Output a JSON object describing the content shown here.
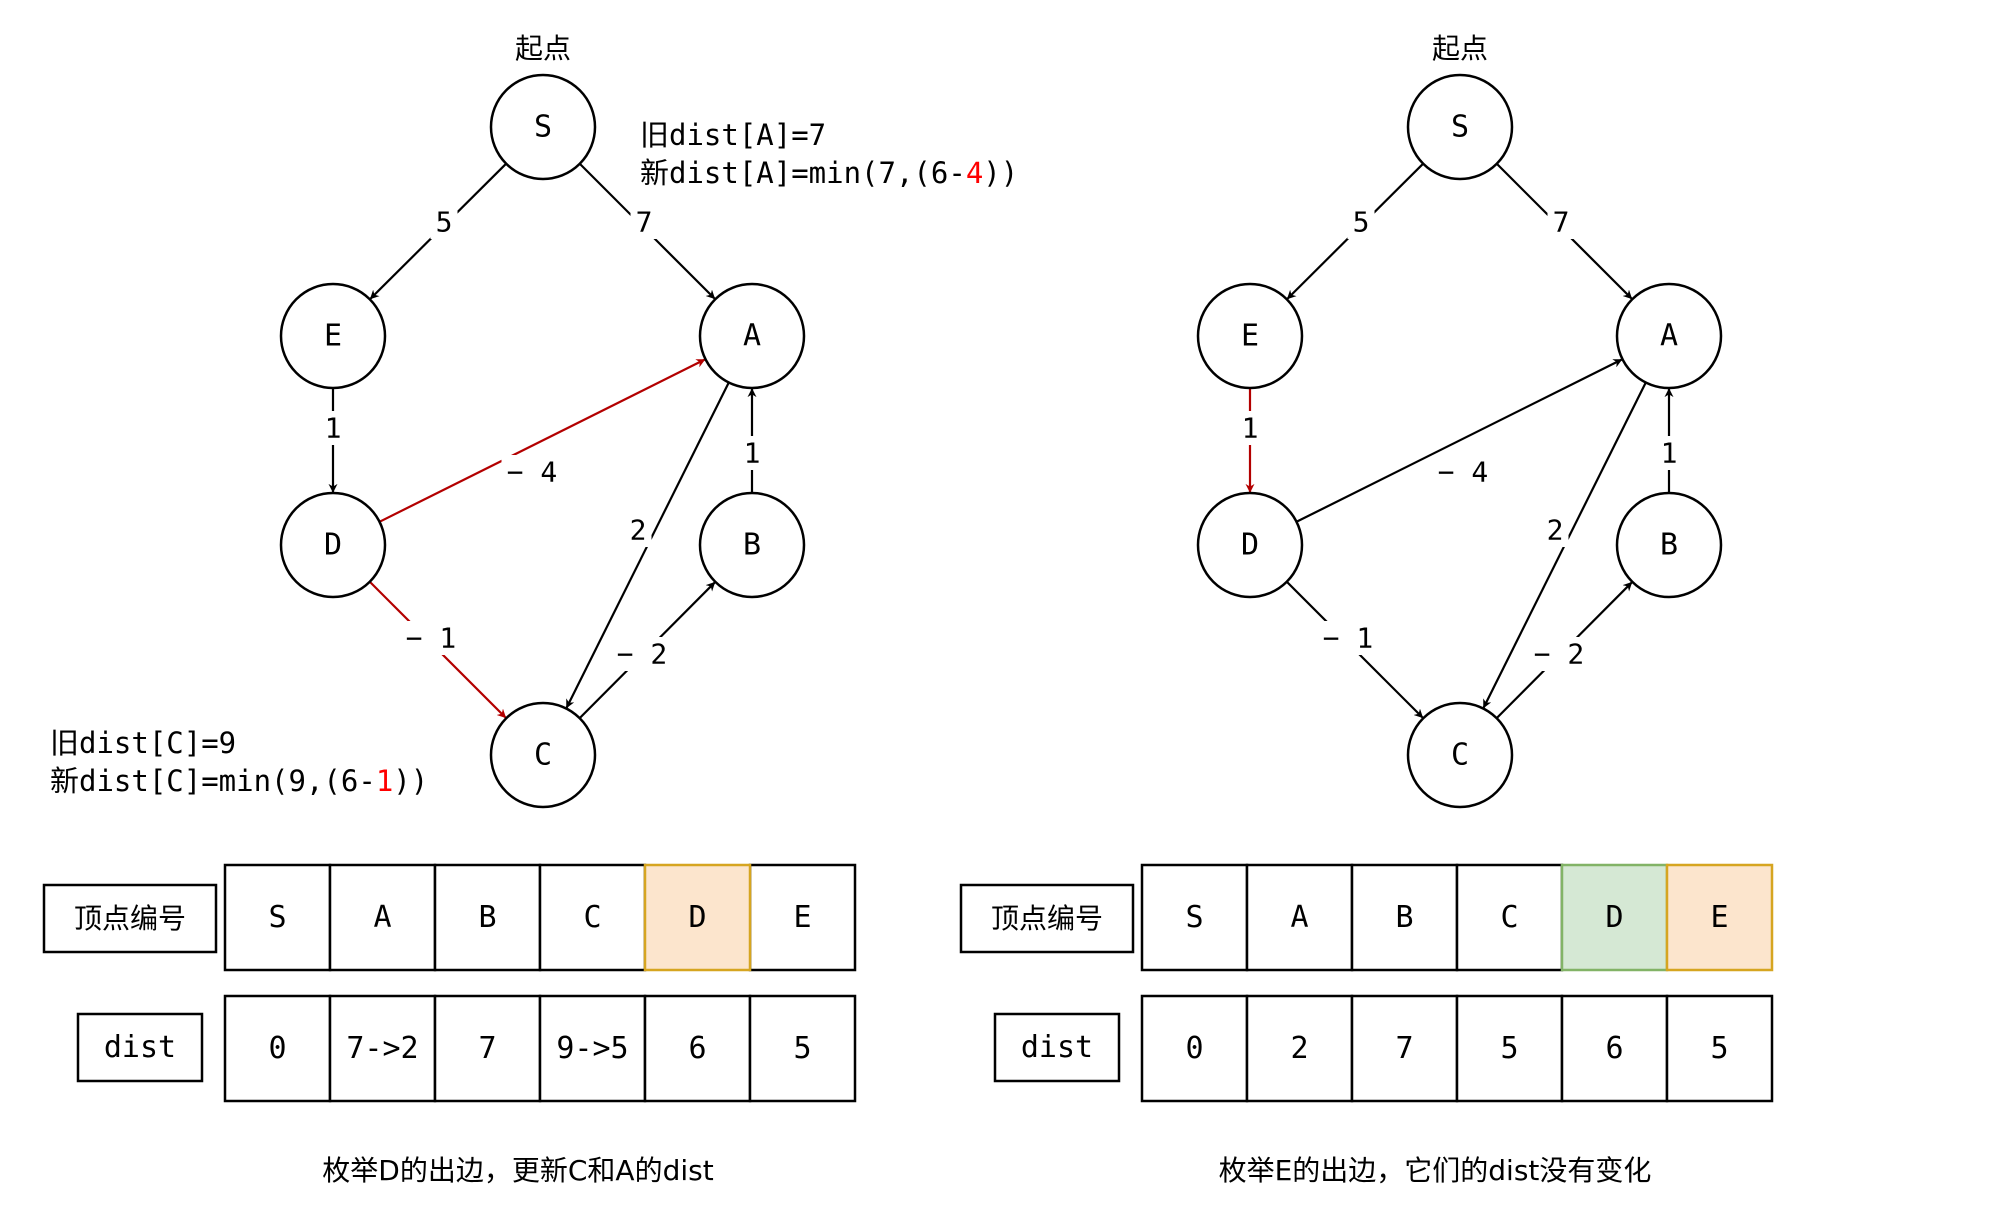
{
  "colors": {
    "ink": "#000000",
    "highlight_edge": "#b30000",
    "highlight_text": "#ff0000",
    "orange_fill": "#fce5cd",
    "orange_stroke": "#d6a520",
    "green_fill": "#d5e8d4",
    "green_stroke": "#82b366"
  },
  "panels": [
    {
      "id": "left",
      "source_label": "起点",
      "nodes": [
        {
          "id": "S",
          "label": "S"
        },
        {
          "id": "E",
          "label": "E"
        },
        {
          "id": "A",
          "label": "A"
        },
        {
          "id": "D",
          "label": "D"
        },
        {
          "id": "B",
          "label": "B"
        },
        {
          "id": "C",
          "label": "C"
        }
      ],
      "edges": [
        {
          "from": "S",
          "to": "E",
          "label": "5",
          "highlight": false
        },
        {
          "from": "S",
          "to": "A",
          "label": "7",
          "highlight": false
        },
        {
          "from": "E",
          "to": "D",
          "label": "1",
          "highlight": false
        },
        {
          "from": "D",
          "to": "A",
          "label": "− 4",
          "highlight": true
        },
        {
          "from": "D",
          "to": "C",
          "label": "− 1",
          "highlight": true
        },
        {
          "from": "A",
          "to": "C",
          "label": "2",
          "highlight": false
        },
        {
          "from": "B",
          "to": "A",
          "label": "1",
          "highlight": false
        },
        {
          "from": "C",
          "to": "B",
          "label": "− 2",
          "highlight": false
        }
      ],
      "annotations": [
        {
          "id": "annot-a",
          "lines": [
            [
              {
                "text": "旧dist[A]=7"
              }
            ],
            [
              {
                "text": "新dist[A]=min(7,(6-"
              },
              {
                "text": "4",
                "red": true
              },
              {
                "text": "))"
              }
            ]
          ]
        },
        {
          "id": "annot-c",
          "lines": [
            [
              {
                "text": "旧dist[C]=9"
              }
            ],
            [
              {
                "text": "新dist[C]=min(9,(6-"
              },
              {
                "text": "1",
                "red": true
              },
              {
                "text": "))"
              }
            ]
          ]
        }
      ],
      "table": {
        "vertex_label": "顶点编号",
        "dist_label": "dist",
        "vertices": [
          "S",
          "A",
          "B",
          "C",
          "D",
          "E"
        ],
        "dists": [
          "0",
          "7->2",
          "7",
          "9->5",
          "6",
          "5"
        ],
        "vertex_highlight": [
          "",
          "",
          "",
          "",
          "orange",
          ""
        ],
        "dist_red": [
          false,
          false,
          false,
          false,
          true,
          false
        ]
      },
      "caption": "枚举D的出边，更新C和A的dist"
    },
    {
      "id": "right",
      "source_label": "起点",
      "nodes": [
        {
          "id": "S",
          "label": "S"
        },
        {
          "id": "E",
          "label": "E"
        },
        {
          "id": "A",
          "label": "A"
        },
        {
          "id": "D",
          "label": "D"
        },
        {
          "id": "B",
          "label": "B"
        },
        {
          "id": "C",
          "label": "C"
        }
      ],
      "edges": [
        {
          "from": "S",
          "to": "E",
          "label": "5",
          "highlight": false
        },
        {
          "from": "S",
          "to": "A",
          "label": "7",
          "highlight": false
        },
        {
          "from": "E",
          "to": "D",
          "label": "1",
          "highlight": true
        },
        {
          "from": "D",
          "to": "A",
          "label": "− 4",
          "highlight": false
        },
        {
          "from": "D",
          "to": "C",
          "label": "− 1",
          "highlight": false
        },
        {
          "from": "A",
          "to": "C",
          "label": "2",
          "highlight": false
        },
        {
          "from": "B",
          "to": "A",
          "label": "1",
          "highlight": false
        },
        {
          "from": "C",
          "to": "B",
          "label": "− 2",
          "highlight": false
        }
      ],
      "annotations": [],
      "table": {
        "vertex_label": "顶点编号",
        "dist_label": "dist",
        "vertices": [
          "S",
          "A",
          "B",
          "C",
          "D",
          "E"
        ],
        "dists": [
          "0",
          "2",
          "7",
          "5",
          "6",
          "5"
        ],
        "vertex_highlight": [
          "",
          "",
          "",
          "",
          "green",
          "orange"
        ],
        "dist_red": [
          false,
          false,
          false,
          false,
          false,
          false
        ]
      },
      "caption": "枚举E的出边，它们的dist没有变化"
    }
  ]
}
